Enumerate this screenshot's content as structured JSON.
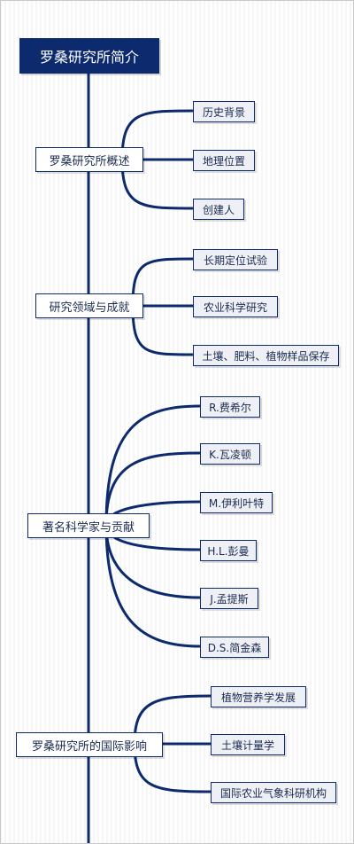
{
  "root": {
    "label": "罗桑研究所简介"
  },
  "branches": [
    {
      "label": "罗桑研究所概述",
      "children": [
        "历史背景",
        "地理位置",
        "创建人"
      ]
    },
    {
      "label": "研究领域与成就",
      "children": [
        "长期定位试验",
        "农业科学研究",
        "土壤、肥料、植物样品保存"
      ]
    },
    {
      "label": "著名科学家与贡献",
      "children": [
        "R.费希尔",
        "K.瓦凌顿",
        "M.伊利叶特",
        "H.L.彭曼",
        "J.孟提斯",
        "D.S.简金森"
      ]
    },
    {
      "label": "罗桑研究所的国际影响",
      "children": [
        "植物营养学发展",
        "土壤计量学",
        "国际农业气象科研机构"
      ]
    }
  ]
}
